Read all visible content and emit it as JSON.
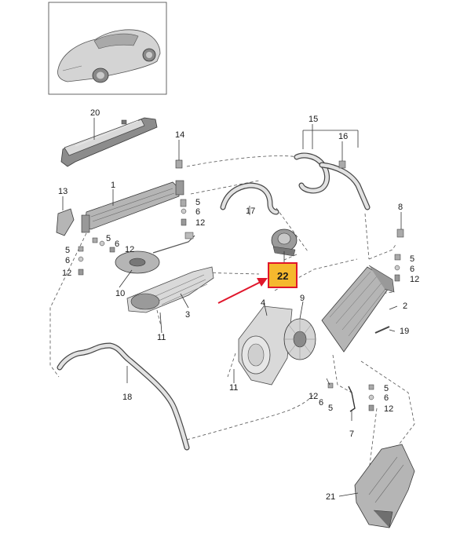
{
  "diagram": {
    "callouts": [
      "20",
      "1",
      "14",
      "15",
      "16",
      "13",
      "5",
      "6",
      "12",
      "5",
      "6",
      "12",
      "5",
      "6",
      "12",
      "17",
      "8",
      "10",
      "3",
      "11",
      "22",
      "4",
      "9",
      "2",
      "19",
      "5",
      "6",
      "12",
      "11",
      "18",
      "12",
      "6",
      "5",
      "5",
      "6",
      "12",
      "7",
      "21"
    ],
    "highlight": {
      "label": "22",
      "fill": "#f5b82e",
      "border": "#e0162b"
    },
    "arrow_color": "#e0162b"
  }
}
